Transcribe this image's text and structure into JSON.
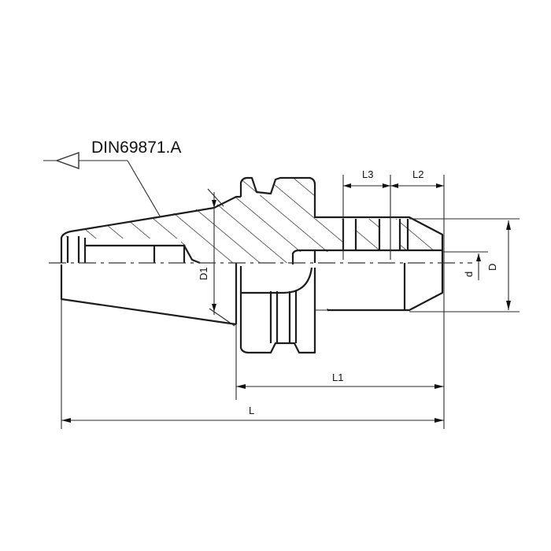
{
  "drawing": {
    "standard_label": "DIN69871.A",
    "subject": "Tool holder cross-section (taper shank with flange and collet bore)",
    "dimensions": {
      "L": "L",
      "L1": "L1",
      "L2": "L2",
      "L3": "L3",
      "D": "D",
      "d": "d",
      "D1": "D1"
    },
    "colors": {
      "line": "#1c1c1c",
      "background": "#ffffff"
    }
  }
}
